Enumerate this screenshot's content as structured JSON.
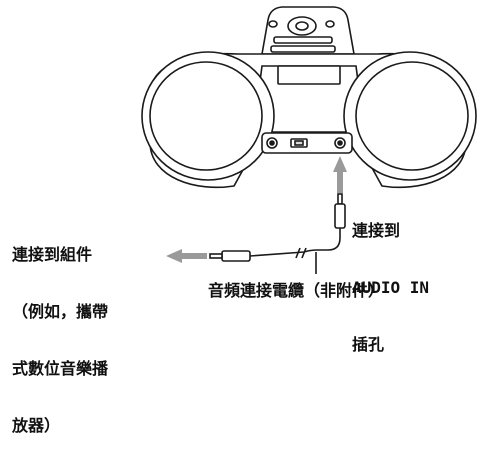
{
  "labels": {
    "connect_jack": [
      "連接到",
      "AUDIO IN",
      "插孔"
    ],
    "connect_component": [
      "連接到組件",
      "（例如，攜帶",
      "式數位音樂播",
      "放器）"
    ],
    "cable": "音頻連接電纜（非附件）"
  },
  "colors": {
    "stroke": "#1a1a1a",
    "arrow": "#9a9a9a",
    "fill": "#ffffff",
    "jack_fill": "#d9d9d9"
  }
}
